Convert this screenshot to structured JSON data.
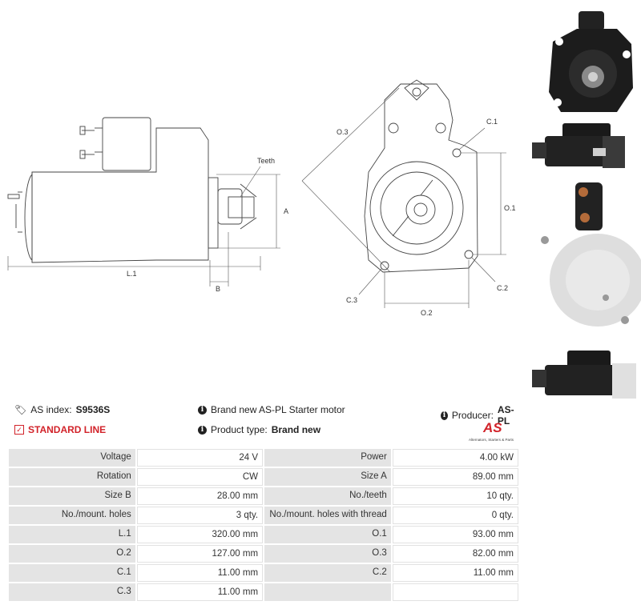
{
  "drawing_labels": {
    "teeth": "Teeth",
    "a": "A",
    "b": "B",
    "l1": "L.1",
    "o1": "O.1",
    "o2": "O.2",
    "o3": "O.3",
    "c1": "C.1",
    "c2": "C.2",
    "c3": "C.3"
  },
  "info": {
    "as_index_label": "AS index:",
    "as_index_value": "S9536S",
    "description": "Brand new AS-PL Starter motor",
    "producer_label": "Producer:",
    "producer_value": "AS-PL",
    "standard_line": "STANDARD LINE",
    "product_type_label": "Product type:",
    "product_type_value": "Brand new",
    "logo_text": "AS",
    "logo_sub": "Alternators, Starters & Parts"
  },
  "specs": [
    [
      {
        "label": "Voltage",
        "value": "24 V"
      },
      {
        "label": "Power",
        "value": "4.00 kW"
      }
    ],
    [
      {
        "label": "Rotation",
        "value": "CW"
      },
      {
        "label": "Size A",
        "value": "89.00 mm"
      }
    ],
    [
      {
        "label": "Size B",
        "value": "28.00 mm"
      },
      {
        "label": "No./teeth",
        "value": "10 qty."
      }
    ],
    [
      {
        "label": "No./mount. holes",
        "value": "3 qty."
      },
      {
        "label": "No./mount. holes with thread",
        "value": "0 qty."
      }
    ],
    [
      {
        "label": "L.1",
        "value": "320.00 mm"
      },
      {
        "label": "O.1",
        "value": "93.00 mm"
      }
    ],
    [
      {
        "label": "O.2",
        "value": "127.00 mm"
      },
      {
        "label": "O.3",
        "value": "82.00 mm"
      }
    ],
    [
      {
        "label": "C.1",
        "value": "11.00 mm"
      },
      {
        "label": "C.2",
        "value": "11.00 mm"
      }
    ],
    [
      {
        "label": "C.3",
        "value": "11.00 mm"
      },
      {
        "label": "",
        "value": ""
      }
    ]
  ],
  "colors": {
    "accent_red": "#d2232a",
    "label_bg": "#e4e4e4"
  }
}
